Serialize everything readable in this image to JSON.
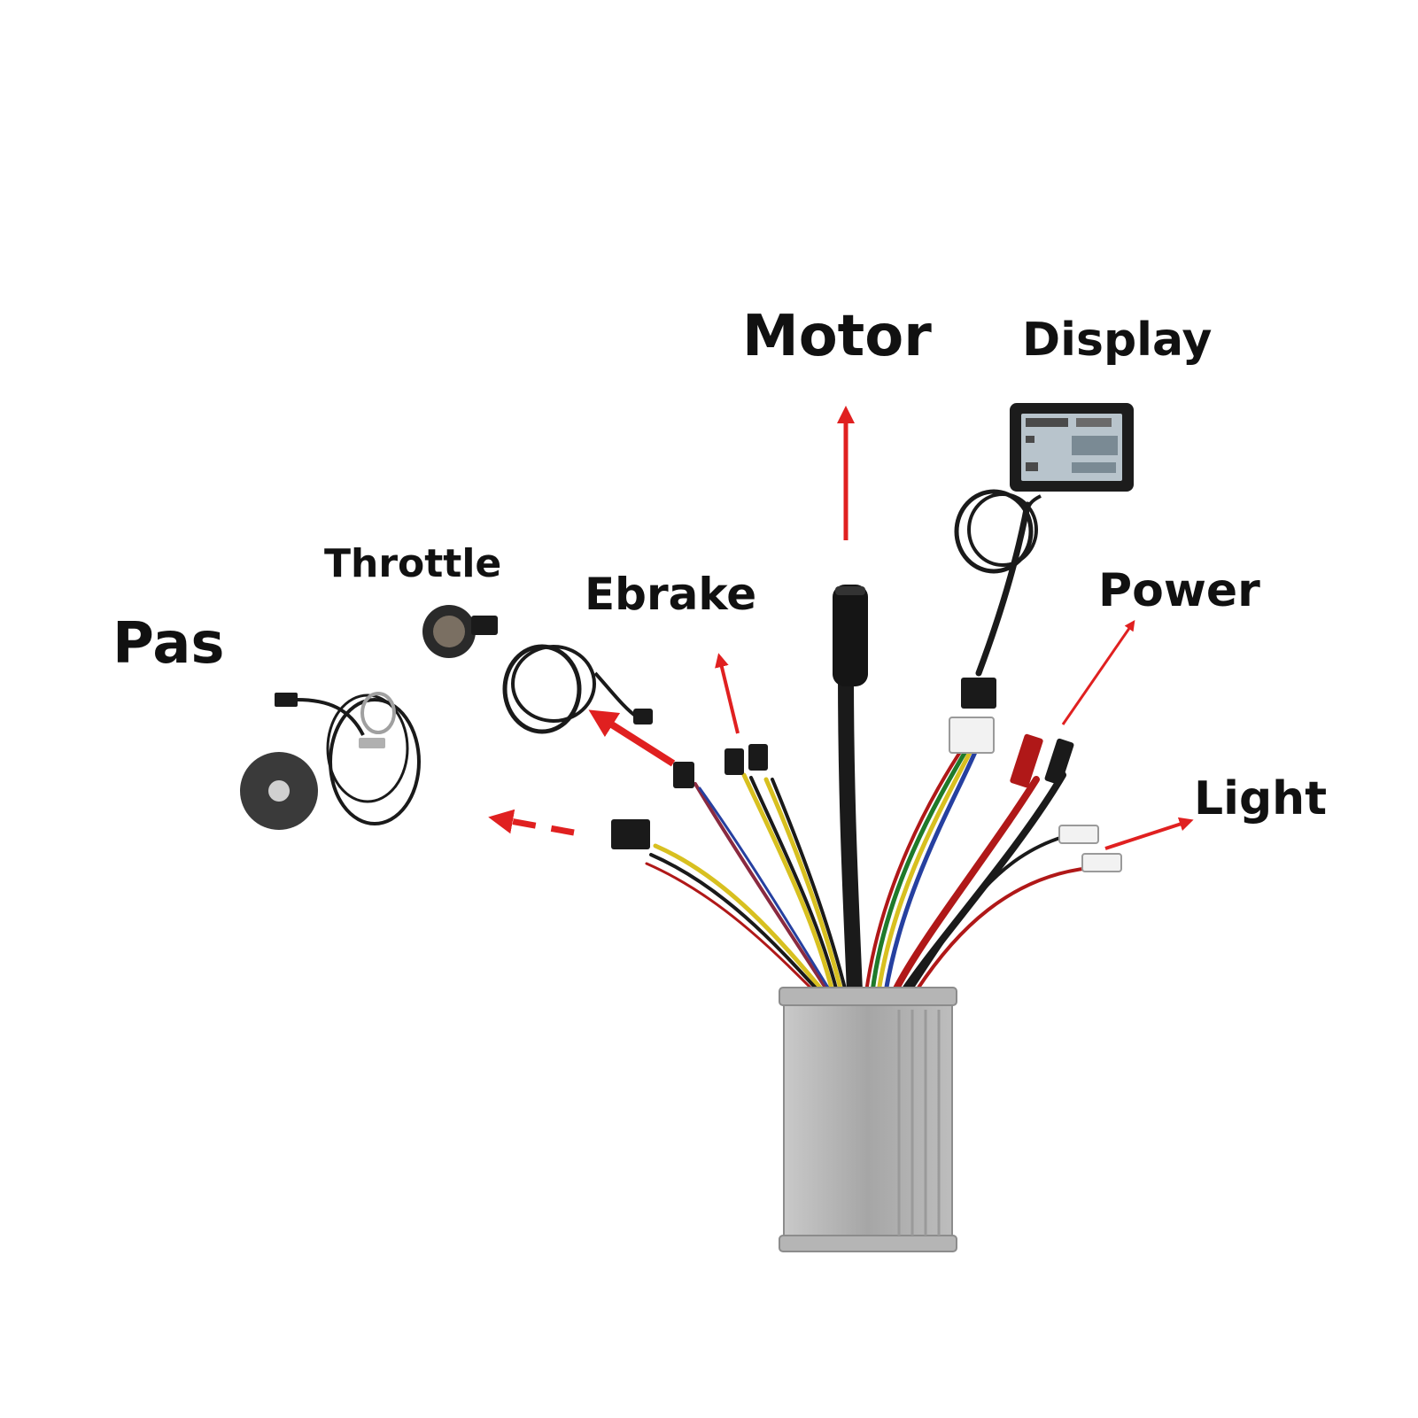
{
  "labels": {
    "motor": "Motor",
    "display": "Display",
    "throttle": "Throttle",
    "ebrake": "Ebrake",
    "power": "Power",
    "pas": "Pas",
    "light": "Light"
  },
  "colors": {
    "background": "#ffffff",
    "arrow": "#e02020",
    "controller_body": "#a9a9a9",
    "cable_black": "#1a1a1a",
    "cable_yellow": "#d8c020",
    "cable_red": "#b01818",
    "cable_green": "#1f7a2a",
    "cable_blue": "#2640a0",
    "display_screen": "#b8c4cc"
  }
}
